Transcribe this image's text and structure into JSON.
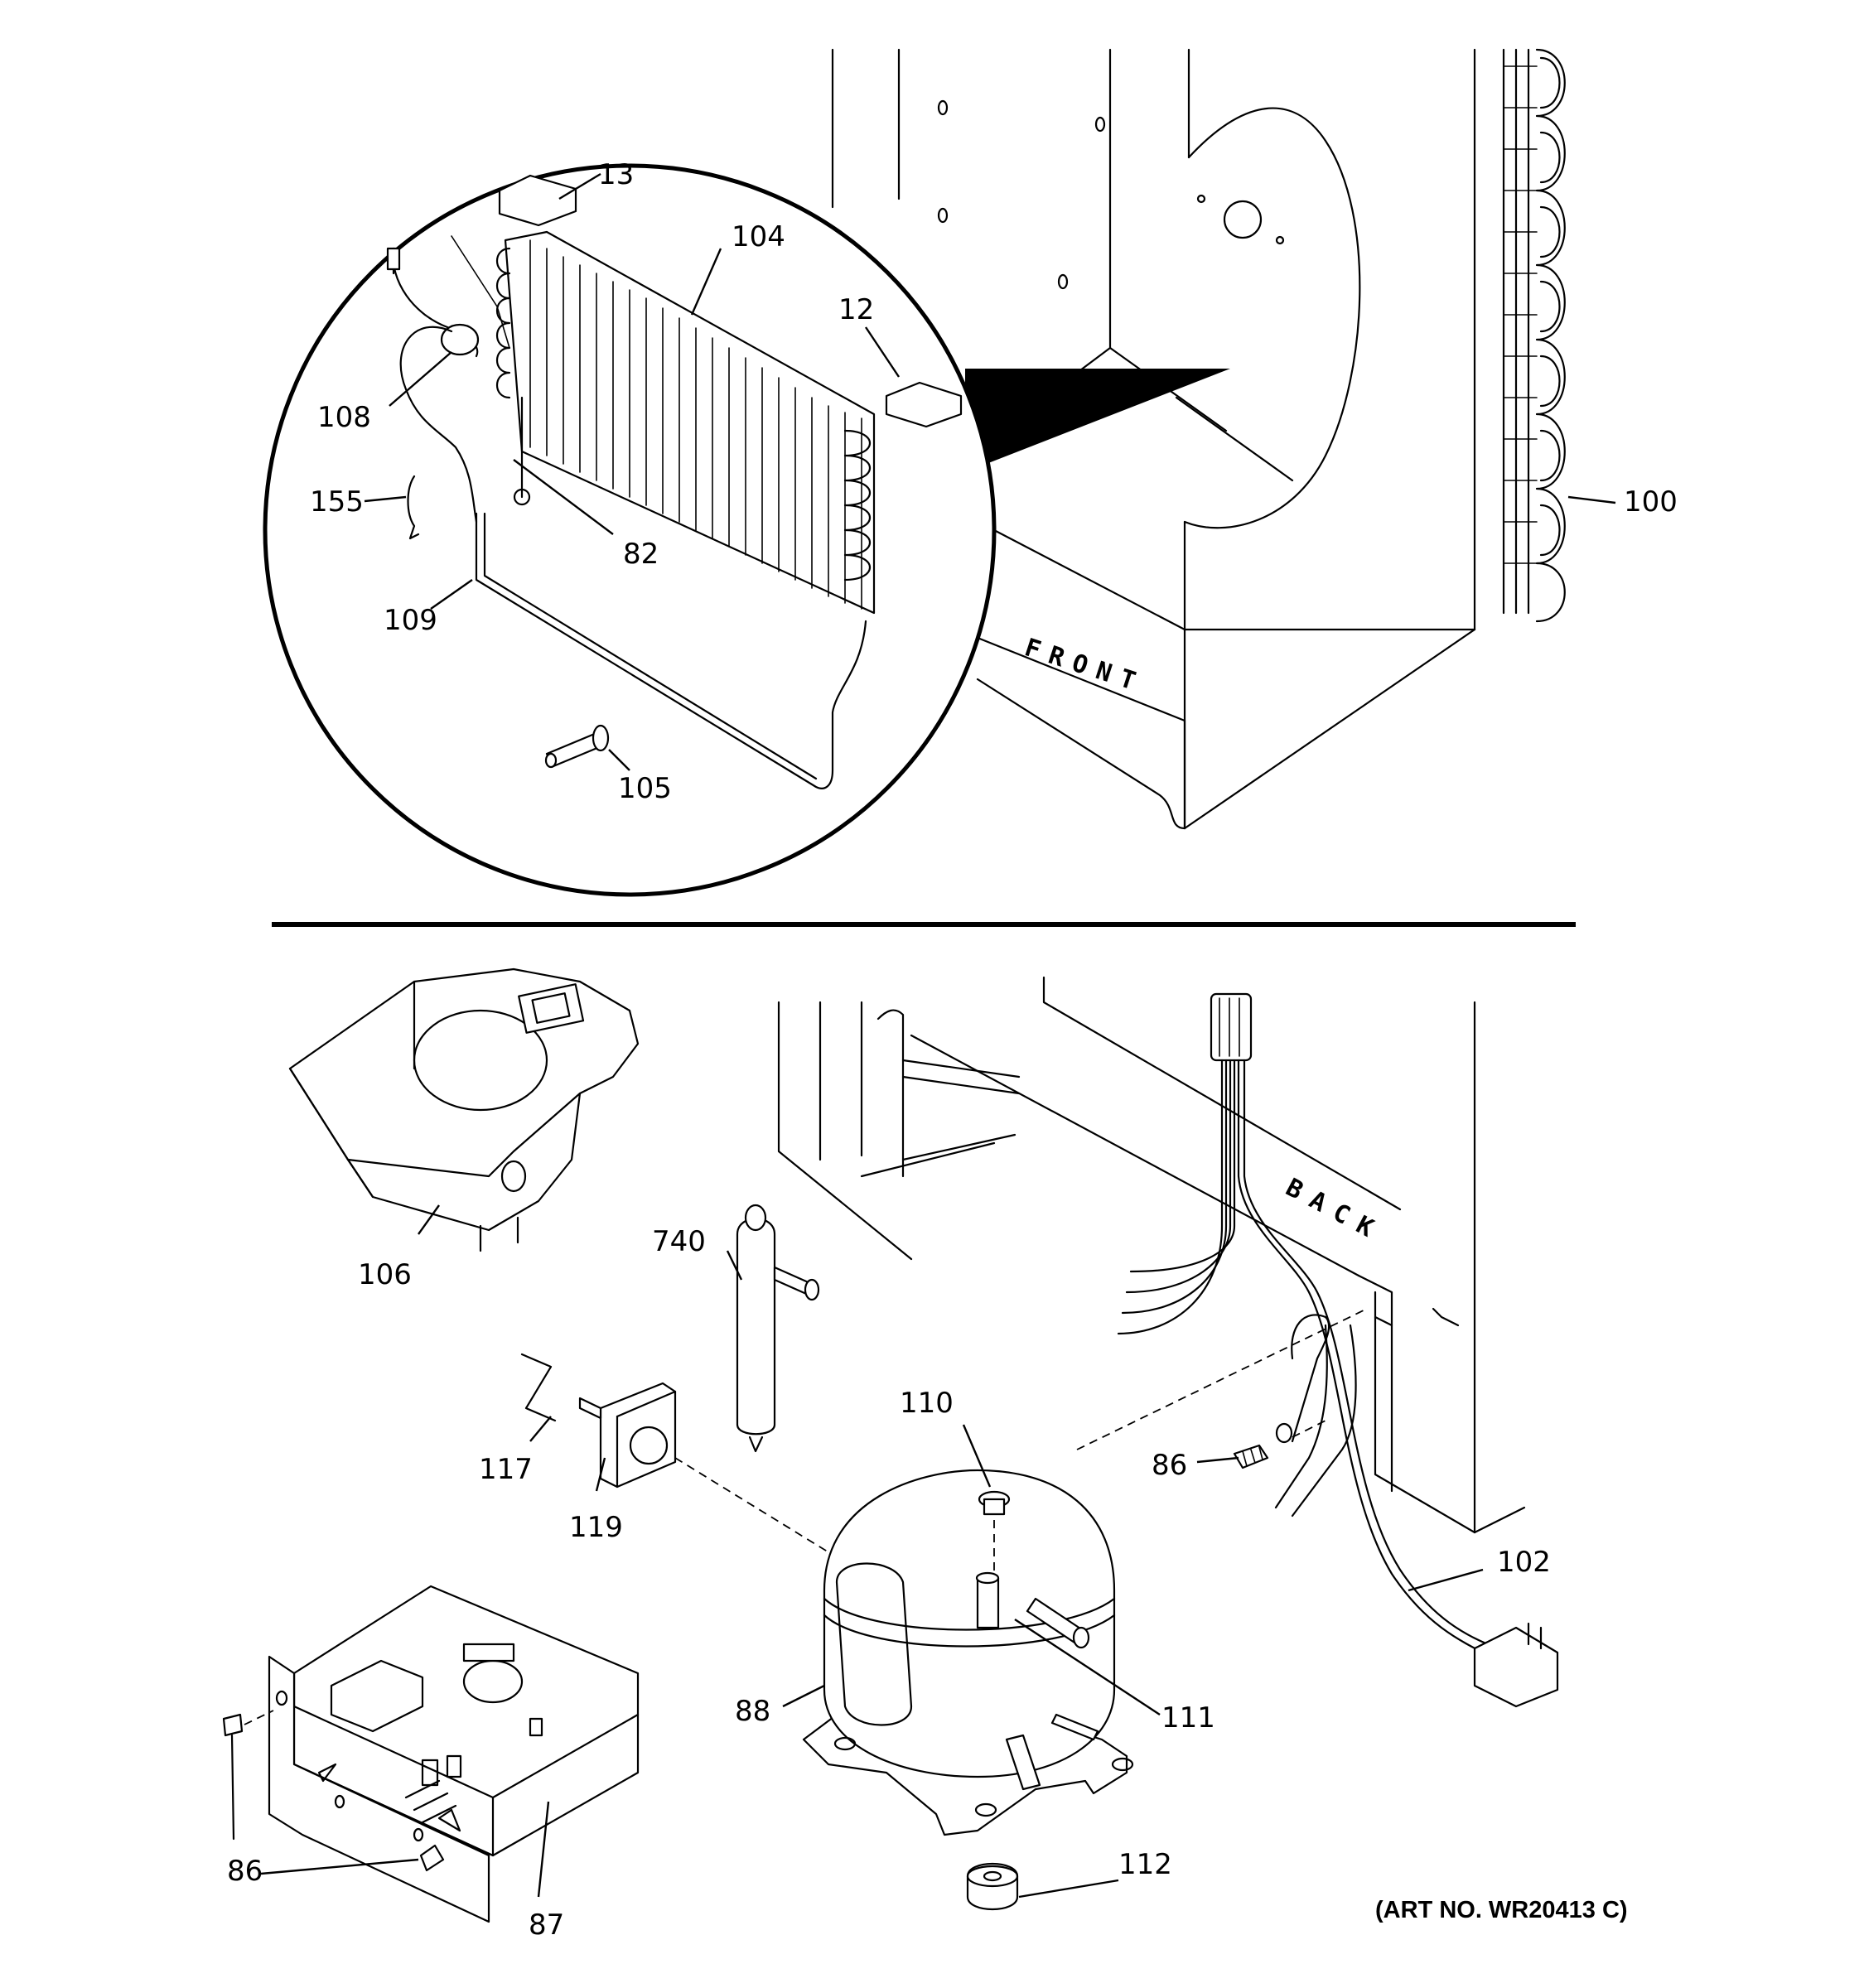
{
  "parts": {
    "p13": "13",
    "p104": "104",
    "p12": "12",
    "p108": "108",
    "p155": "155",
    "p82": "82",
    "p109": "109",
    "p105": "105",
    "p100": "100",
    "p106": "106",
    "p740": "740",
    "p117": "117",
    "p119": "119",
    "p110": "110",
    "p86a": "86",
    "p86b": "86",
    "p102": "102",
    "p111": "111",
    "p88": "88",
    "p112": "112",
    "p87": "87"
  },
  "stamps": {
    "front": "FRONT",
    "back": "BACK"
  },
  "art_number": "(ART NO. WR20413 C)"
}
